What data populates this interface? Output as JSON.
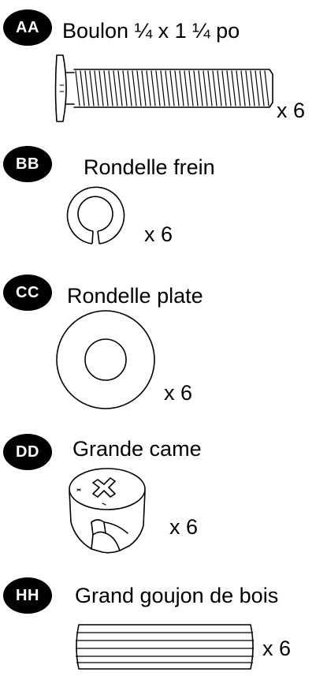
{
  "parts": [
    {
      "code": "AA",
      "name": "Boulon ¼ x 1 ¼ po",
      "quantity": "x 6",
      "icon": "bolt-icon"
    },
    {
      "code": "BB",
      "name": "Rondelle frein",
      "quantity": "x 6",
      "icon": "lock-washer-icon"
    },
    {
      "code": "CC",
      "name": "Rondelle plate",
      "quantity": "x 6",
      "icon": "flat-washer-icon"
    },
    {
      "code": "DD",
      "name": "Grande came",
      "quantity": "x 6",
      "icon": "cam-lock-icon"
    },
    {
      "code": "HH",
      "name": "Grand goujon de bois",
      "quantity": "x 6",
      "icon": "wood-dowel-icon"
    }
  ],
  "colors": {
    "ink": "#000000",
    "paper": "#ffffff"
  }
}
